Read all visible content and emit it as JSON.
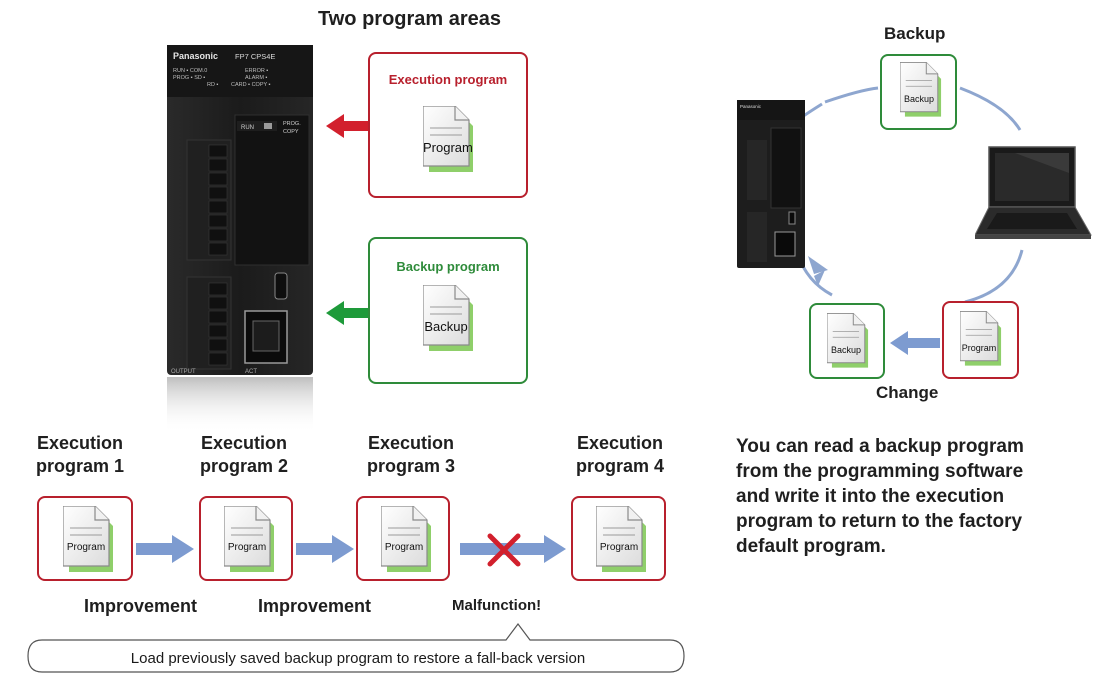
{
  "top_title": "Two program areas",
  "plc": {
    "brand": "Panasonic",
    "model": "FP7  CPS4E",
    "leds_left": "RUN ▪  COM.0\nPROG ▪   SD ▪\n          RD ▪",
    "leds_right": "ERROR ▪\nALARM ▪\nCARD ▪ COPY ▪",
    "switch_label": "RUN",
    "switch_right": "PROG.\nCOPY",
    "bottom_label": "OUTPUT",
    "act_label": "ACT"
  },
  "execution_box": {
    "title": "Execution program",
    "doc_label": "Program"
  },
  "backup_box": {
    "title": "Backup program",
    "doc_label": "Backup"
  },
  "sequence": [
    {
      "title": "Execution\nprogram 1",
      "doc_label": "Program"
    },
    {
      "title": "Execution\nprogram 2",
      "doc_label": "Program"
    },
    {
      "title": "Execution\nprogram 3",
      "doc_label": "Program"
    },
    {
      "title": "Execution\nprogram 4",
      "doc_label": "Program"
    }
  ],
  "transitions": [
    "Improvement",
    "Improvement",
    "Malfunction!"
  ],
  "callout": "Load previously saved backup program to restore a fall-back version",
  "cycle": {
    "top_label": "Backup",
    "top_doc": "Backup",
    "left_doc": "Backup",
    "right_doc": "Program",
    "bottom_label": "Change"
  },
  "description": "You can read a backup program\nfrom the programming software\nand write it into the execution\nprogram to return to the factory\ndefault program.",
  "colors": {
    "red": "#b8202d",
    "green": "#2e8b3a",
    "arrow_blue": "#7d9bd0",
    "cycle_blue": "#8ea6cf",
    "cross_red": "#d2202d"
  }
}
